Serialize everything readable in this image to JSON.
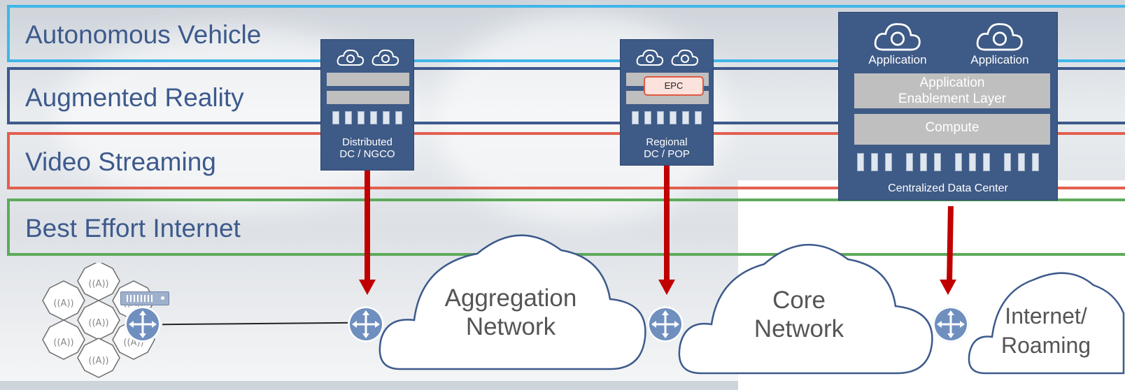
{
  "bands": [
    {
      "label": "Autonomous Vehicle",
      "color": "#3fb6e8"
    },
    {
      "label": "Augmented Reality",
      "color": "#3d5a8c"
    },
    {
      "label": "Video Streaming",
      "color": "#e2604f"
    },
    {
      "label": "Best Effort Internet",
      "color": "#5daa5a"
    }
  ],
  "data_centers": {
    "distributed": {
      "line1": "Distributed",
      "line2": "DC / NGCO"
    },
    "regional": {
      "line1": "Regional",
      "line2": "DC / POP",
      "epc_label": "EPC"
    },
    "centralized": {
      "app1": "Application",
      "app2": "Application",
      "enablement_line1": "Application",
      "enablement_line2": "Enablement Layer",
      "compute": "Compute",
      "label": "Centralized Data Center"
    }
  },
  "clouds": {
    "aggregation": {
      "line1": "Aggregation",
      "line2": "Network"
    },
    "core": {
      "line1": "Core",
      "line2": "Network"
    },
    "internet": {
      "line1": "Internet/",
      "line2": "Roaming"
    }
  },
  "colors": {
    "arrow": "#c00000",
    "dc_box": "#3e5a86",
    "router": "#6f8fbf"
  },
  "icons": [
    "cloud-gear-icon",
    "database-icon",
    "server-rack-icon",
    "router-icon",
    "cell-tower-icon",
    "radio-unit-icon"
  ]
}
